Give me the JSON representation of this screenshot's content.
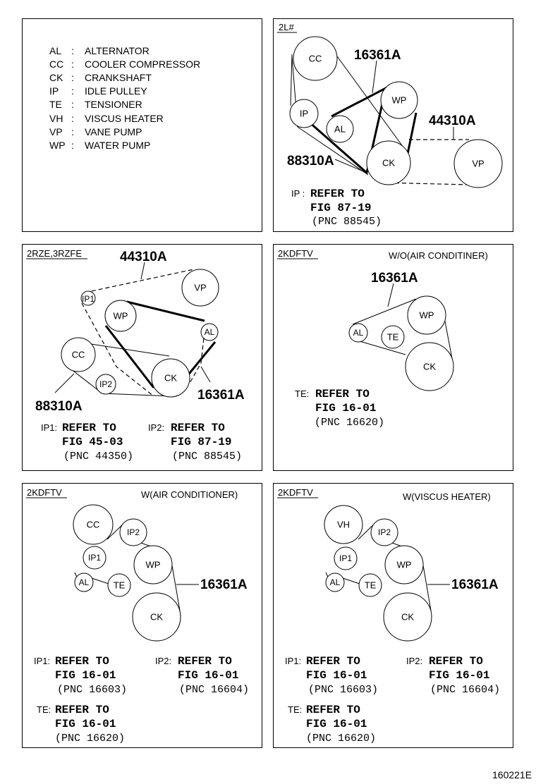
{
  "legend": [
    {
      "code": "AL",
      "sep": ":",
      "name": "ALTERNATOR"
    },
    {
      "code": "CC",
      "sep": ":",
      "name": "COOLER COMPRESSOR"
    },
    {
      "code": "CK",
      "sep": ":",
      "name": "CRANKSHAFT"
    },
    {
      "code": "IP",
      "sep": ":",
      "name": "IDLE PULLEY"
    },
    {
      "code": "TE",
      "sep": ":",
      "name": "TENSIONER"
    },
    {
      "code": "VH",
      "sep": ":",
      "name": "VISCUS HEATER"
    },
    {
      "code": "VP",
      "sep": ":",
      "name": "VANE PUMP"
    },
    {
      "code": "WP",
      "sep": ":",
      "name": "WATER PUMP"
    }
  ],
  "panel_2l": {
    "title": "2L#",
    "pulleys": {
      "cc": "CC",
      "wp": "WP",
      "ip": "IP",
      "al": "AL",
      "ck": "CK",
      "vp": "VP"
    },
    "parts": {
      "p1": "16361A",
      "p2": "44310A",
      "p3": "88310A"
    },
    "ref": {
      "prefix": "IP :",
      "line1": "REFER TO",
      "line2": "FIG 87-19",
      "line3": "(PNC 88545)"
    }
  },
  "panel_2rze": {
    "title": "2RZE,3RZFE",
    "pulleys": {
      "vp": "VP",
      "ip1": "IP1",
      "wp": "WP",
      "al": "AL",
      "cc": "CC",
      "ip2": "IP2",
      "ck": "CK"
    },
    "parts": {
      "p1": "44310A",
      "p2": "16361A",
      "p3": "88310A"
    },
    "ref1": {
      "prefix": "IP1:",
      "line1": "REFER TO",
      "line2": "FIG 45-03",
      "line3": "(PNC 44350)"
    },
    "ref2": {
      "prefix": "IP2:",
      "line1": "REFER TO",
      "line2": "FIG 87-19",
      "line3": "(PNC 88545)"
    }
  },
  "panel_kd_woac": {
    "title": "2KDFTV",
    "subtitle": "W/O(AIR CONDITINER)",
    "pulleys": {
      "wp": "WP",
      "al": "AL",
      "te": "TE",
      "ck": "CK"
    },
    "parts": {
      "p1": "16361A"
    },
    "ref": {
      "prefix": "TE:",
      "line1": "REFER TO",
      "line2": "FIG 16-01",
      "line3": "(PNC 16620)"
    }
  },
  "panel_kd_wac": {
    "title": "2KDFTV",
    "subtitle": "W(AIR CONDITIONER)",
    "pulleys": {
      "cc": "CC",
      "ip2": "IP2",
      "ip1": "IP1",
      "wp": "WP",
      "al": "AL",
      "te": "TE",
      "ck": "CK"
    },
    "parts": {
      "p1": "16361A"
    },
    "ref1": {
      "prefix": "IP1:",
      "line1": "REFER TO",
      "line2": "FIG 16-01",
      "line3": "(PNC 16603)"
    },
    "ref2": {
      "prefix": "IP2:",
      "line1": "REFER TO",
      "line2": "FIG 16-01",
      "line3": "(PNC 16604)"
    },
    "ref3": {
      "prefix": "TE:",
      "line1": "REFER TO",
      "line2": "FIG 16-01",
      "line3": "(PNC 16620)"
    }
  },
  "panel_kd_wvh": {
    "title": "2KDFTV",
    "subtitle": "W(VISCUS HEATER)",
    "pulleys": {
      "vh": "VH",
      "ip2": "IP2",
      "ip1": "IP1",
      "wp": "WP",
      "al": "AL",
      "te": "TE",
      "ck": "CK"
    },
    "parts": {
      "p1": "16361A"
    },
    "ref1": {
      "prefix": "IP1:",
      "line1": "REFER TO",
      "line2": "FIG 16-01",
      "line3": "(PNC 16603)"
    },
    "ref2": {
      "prefix": "IP2:",
      "line1": "REFER TO",
      "line2": "FIG 16-01",
      "line3": "(PNC 16604)"
    },
    "ref3": {
      "prefix": "TE:",
      "line1": "REFER TO",
      "line2": "FIG 16-01",
      "line3": "(PNC 16620)"
    }
  },
  "figure_id": "160221E"
}
